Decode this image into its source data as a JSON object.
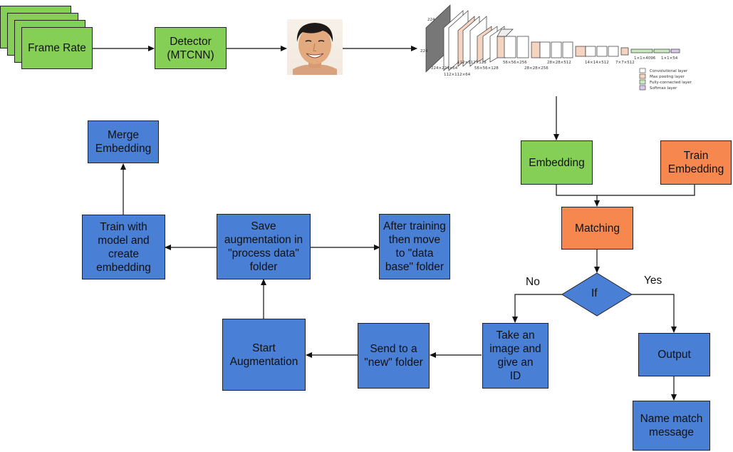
{
  "nodes": {
    "frame_rate": "Frame Rate",
    "detector": "Detector\n(MTCNN)",
    "embedding": "Embedding",
    "train_embedding": "Train\nEmbedding",
    "matching": "Matching",
    "decision": "If",
    "output": "Output",
    "name_match": "Name match\nmessage",
    "take_image": "Take an\nimage and\ngive an\nID",
    "send_new": "Send to a\n\"new\" folder",
    "start_aug": "Start\nAugmentation",
    "save_aug": "Save\naugmentation in\n\"process data\"\nfolder",
    "after_training": "After training\nthen move\nto \"data\nbase\" folder",
    "train_model": "Train with\nmodel and\ncreate\nembedding",
    "merge": "Merge\nEmbedding"
  },
  "edge_labels": {
    "no": "No",
    "yes": "Yes"
  },
  "cnn": {
    "input_dims": [
      "224",
      "224"
    ],
    "shapes": [
      "224×224×64",
      "112×112×128",
      "112×112×64",
      "56×56×128",
      "56×56×256",
      "28×28×256",
      "28×28×512",
      "14×14×512",
      "7×7×512",
      "1×1×4096",
      "1×1×54"
    ],
    "legend": [
      "Convolutional layer",
      "Max pooling layer",
      "Fully-connected layer",
      "Softmax layer"
    ]
  },
  "colors": {
    "green": "#86cf56",
    "blue": "#4a7fd6",
    "orange": "#f5874f"
  }
}
